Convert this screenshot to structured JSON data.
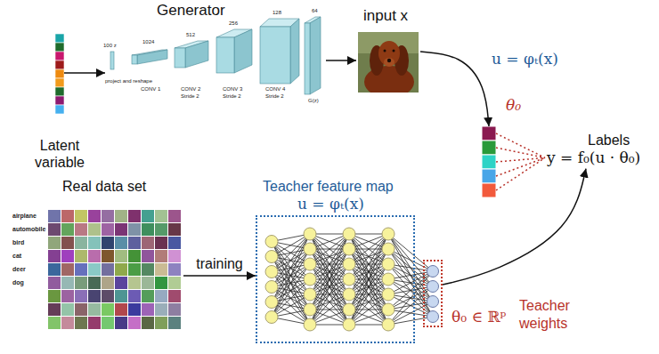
{
  "diagram": {
    "nodes": [
      {
        "text": [
          "Latent variable"
        ]
      },
      {
        "text": [
          "Generator"
        ]
      },
      {
        "text": [
          "input x"
        ]
      },
      {
        "text": [
          "u = φₜ(x)"
        ]
      },
      {
        "text": [
          "Labels",
          "y = f₀(u · θ₀)"
        ]
      },
      {
        "text": [
          "Real data set"
        ]
      },
      {
        "text": [
          "Teacher feature map",
          "u = φₜ(x)"
        ]
      },
      {
        "text": [
          "θ₀ ∈ ℝᵖ",
          "Teacher weights"
        ]
      }
    ],
    "edges": [
      {
        "from": 0,
        "to": 1,
        "arrow": "to"
      },
      {
        "from": 1,
        "to": 2,
        "arrow": "to"
      },
      {
        "from": 2,
        "to": 3,
        "arrow": "to"
      },
      {
        "from": 3,
        "to": 4,
        "arrow": "none"
      },
      {
        "from": 5,
        "to": 6,
        "label": "training",
        "arrow": "to"
      },
      {
        "from": 7,
        "to": 4,
        "arrow": "to"
      }
    ],
    "labels": [
      "100 z",
      "project and reshape",
      "1024",
      "512",
      "256",
      "128",
      "64",
      "CONV 1",
      "CONV 2",
      "CONV 3",
      "CONV 4",
      "Stride 2",
      "Stride 2",
      "Stride 2",
      "G(z)",
      "θ₀",
      "airplane",
      "automobile",
      "bird",
      "cat",
      "deer",
      "dog"
    ]
  }
}
